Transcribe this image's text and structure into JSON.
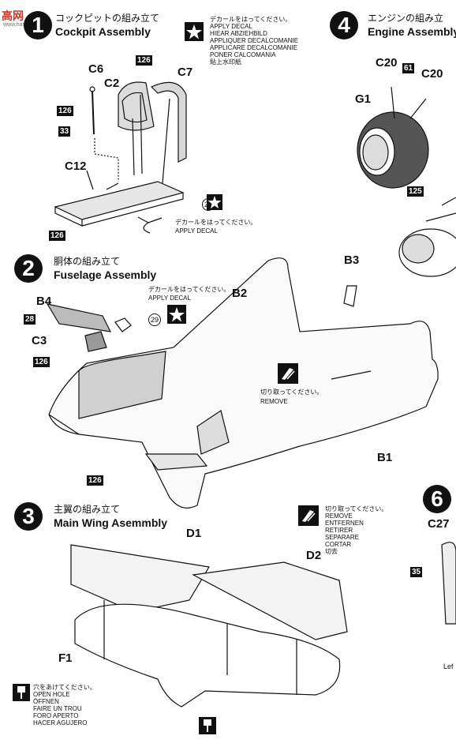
{
  "watermark": {
    "logo_text": "高网",
    "site_text": "www.hasc.com.cn"
  },
  "steps": {
    "s1": {
      "number": "1",
      "title_jp": "コックピットの組み立て",
      "title_en": "Cockpit Assembly"
    },
    "s2": {
      "number": "2",
      "title_jp": "胴体の組み立て",
      "title_en": "Fuselage Assembly"
    },
    "s3": {
      "number": "3",
      "title_jp": "主翼の組み立て",
      "title_en": "Main Wing Asemmbly"
    },
    "s4": {
      "number": "4",
      "title_jp": "エンジンの組み立",
      "title_en": "Engine Assembly"
    },
    "s6": {
      "number": "6"
    }
  },
  "decal_notice_large": "デカールをはってください。\nAPPLY DECAL\nHIEAR ABZIEHBILD\nAPPLIQUER DECALCOMANIE\nAPPLICARE DECALCOMANIE\nPONER CALCOMANIA\n貼上水印紙",
  "decal_notice_small_jp": "デカールをはってください。",
  "decal_notice_small_en": "APPLY DECAL",
  "remove_small_jp": "切り取ってください。",
  "remove_small_en": "REMOVE",
  "remove_notice_large": "切り取ってください。\nREMOVE\nENTFERNEN\nRETIRER\nSEPARARE\nCORTAR\n切去",
  "open_hole_notice": "穴をあけてください。\nOPEN HOLE\nÖFFNEN\nFAIRE UN TROU\nFORO APERTO\nHACER AGUJERO",
  "part_labels": {
    "c6": "C6",
    "c2": "C2",
    "c7": "C7",
    "c12": "C12",
    "c20a": "C20",
    "c20b": "C20",
    "g1": "G1",
    "b4": "B4",
    "c3": "C3",
    "b2": "B2",
    "b3": "B3",
    "b1": "B1",
    "d1": "D1",
    "d2": "D2",
    "f1": "F1",
    "c27": "C27"
  },
  "paint_codes": {
    "p126_c2": "126",
    "p126_c6": "126",
    "p33": "33",
    "p126_c12": "126",
    "p61": "61",
    "p125": "125",
    "p28_b4": "28",
    "p126_c3": "126",
    "p126_fus": "126",
    "p35": "35"
  },
  "decal_numbers": {
    "d28": "28",
    "d29": "29"
  },
  "cutoff_text": "Lef"
}
